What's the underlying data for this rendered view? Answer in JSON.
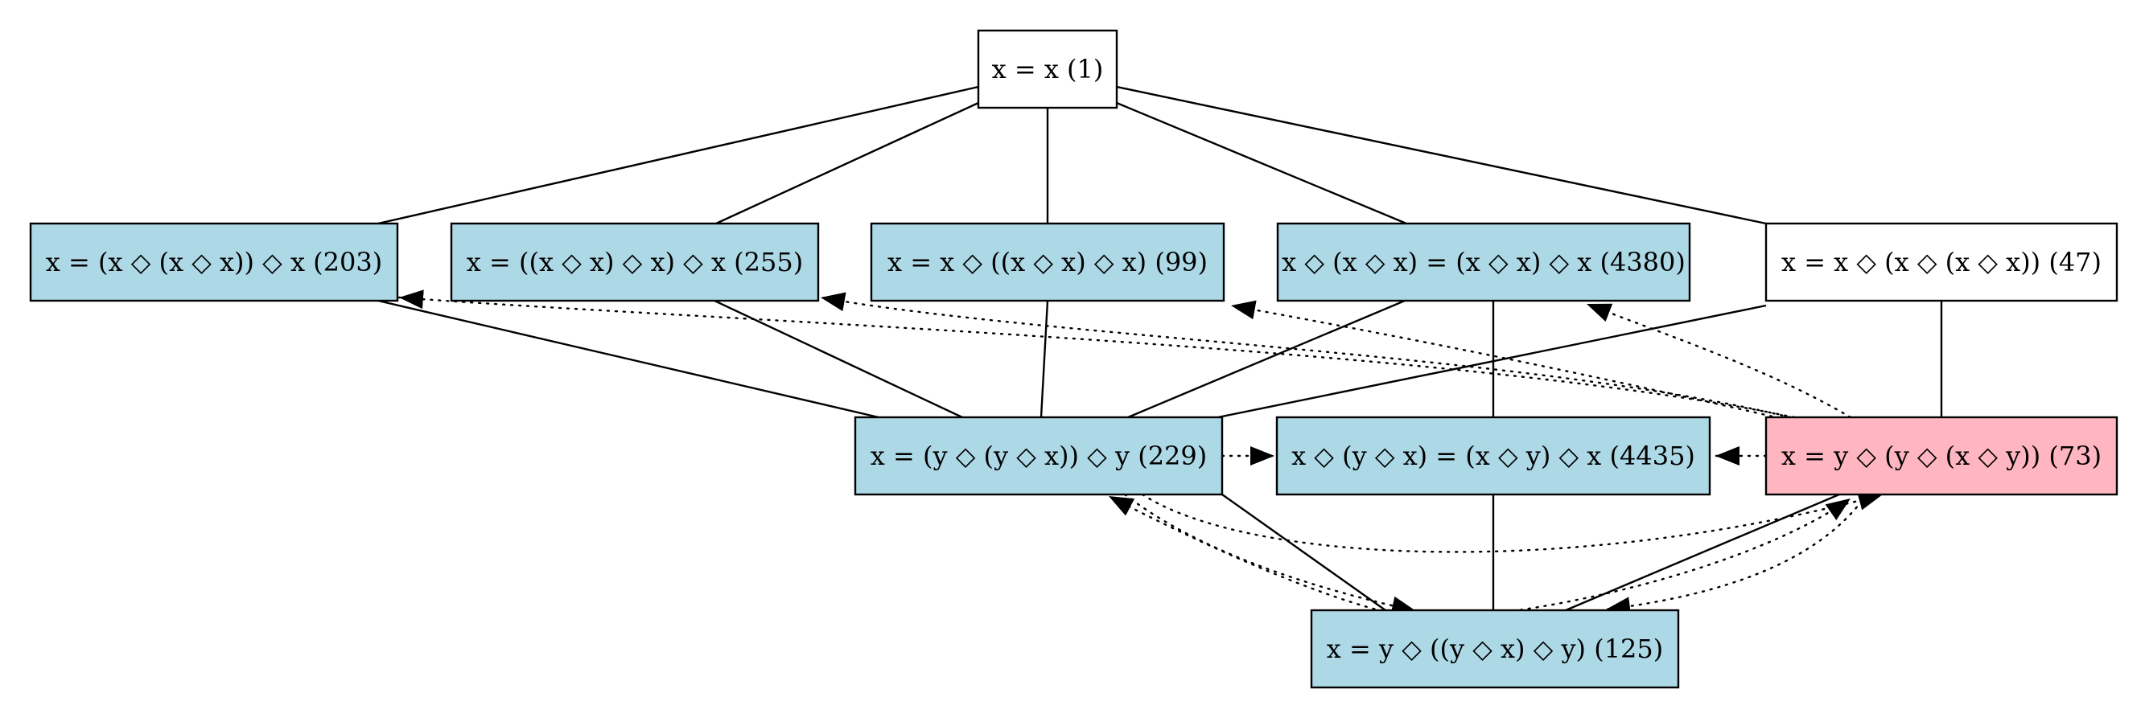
{
  "colors": {
    "default_fill": "#ffffff",
    "blue_fill": "#add8e6",
    "pink_fill": "#ffb6c1",
    "stroke": "#000000"
  },
  "nodes": [
    {
      "id": "n1",
      "label": "x = x (1)",
      "fill": "white"
    },
    {
      "id": "n203",
      "label": "x = (x ◇ (x ◇ x)) ◇ x (203)",
      "fill": "blue"
    },
    {
      "id": "n255",
      "label": "x = ((x ◇ x) ◇ x) ◇ x (255)",
      "fill": "blue"
    },
    {
      "id": "n99",
      "label": "x = x ◇ ((x ◇ x) ◇ x) (99)",
      "fill": "blue"
    },
    {
      "id": "n4380",
      "label": "x ◇ (x ◇ x) = (x ◇ x) ◇ x (4380)",
      "fill": "blue"
    },
    {
      "id": "n47",
      "label": "x = x ◇ (x ◇ (x ◇ x)) (47)",
      "fill": "white"
    },
    {
      "id": "n229",
      "label": "x = (y ◇ (y ◇ x)) ◇ y (229)",
      "fill": "blue"
    },
    {
      "id": "n4435",
      "label": "x ◇ (y ◇ x) = (x ◇ y) ◇ x (4435)",
      "fill": "blue"
    },
    {
      "id": "n73",
      "label": "x = y ◇ (y ◇ (x ◇ y)) (73)",
      "fill": "pink"
    },
    {
      "id": "n125",
      "label": "x = y ◇ ((y ◇ x) ◇ y) (125)",
      "fill": "blue"
    }
  ],
  "solid_edges": [
    [
      "n1",
      "n203"
    ],
    [
      "n1",
      "n255"
    ],
    [
      "n1",
      "n99"
    ],
    [
      "n1",
      "n4380"
    ],
    [
      "n1",
      "n47"
    ],
    [
      "n203",
      "n229"
    ],
    [
      "n255",
      "n229"
    ],
    [
      "n99",
      "n229"
    ],
    [
      "n4380",
      "n229"
    ],
    [
      "n4380",
      "n4435"
    ],
    [
      "n47",
      "n229"
    ],
    [
      "n47",
      "n73"
    ],
    [
      "n229",
      "n125"
    ],
    [
      "n4435",
      "n125"
    ],
    [
      "n73",
      "n125"
    ]
  ],
  "dotted_edges": [
    [
      "n73",
      "n203"
    ],
    [
      "n73",
      "n255"
    ],
    [
      "n73",
      "n99"
    ],
    [
      "n73",
      "n4380"
    ],
    [
      "n73",
      "n4435"
    ],
    [
      "n229",
      "n4435"
    ],
    [
      "n125",
      "n229"
    ],
    [
      "n229",
      "n125"
    ],
    [
      "n125",
      "n73"
    ],
    [
      "n73",
      "n125"
    ],
    [
      "n229",
      "n73"
    ]
  ]
}
